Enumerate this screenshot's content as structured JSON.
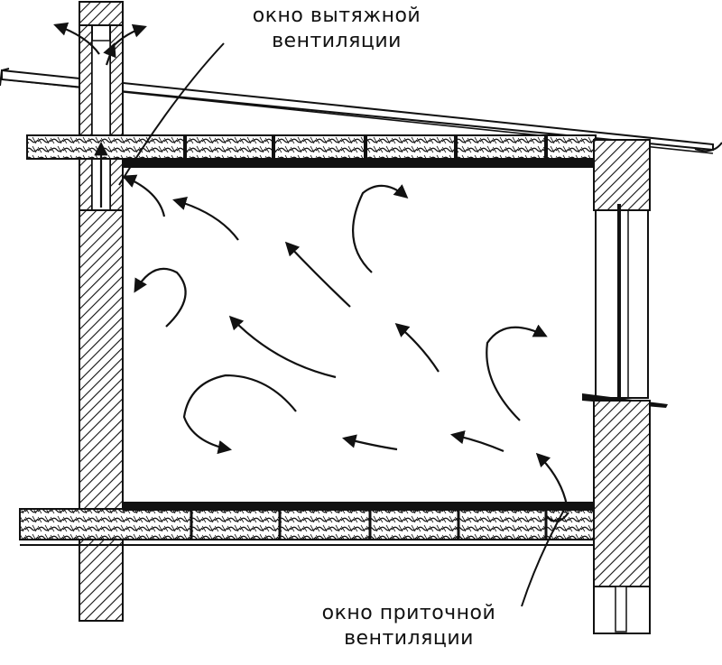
{
  "labels": {
    "exhaust": {
      "line1": "окно вытяжной",
      "line2": "вентиляции"
    },
    "supply": {
      "line1": "окно приточной",
      "line2": "вентиляции"
    }
  },
  "colors": {
    "ink": "#111111",
    "paper": "#ffffff"
  }
}
